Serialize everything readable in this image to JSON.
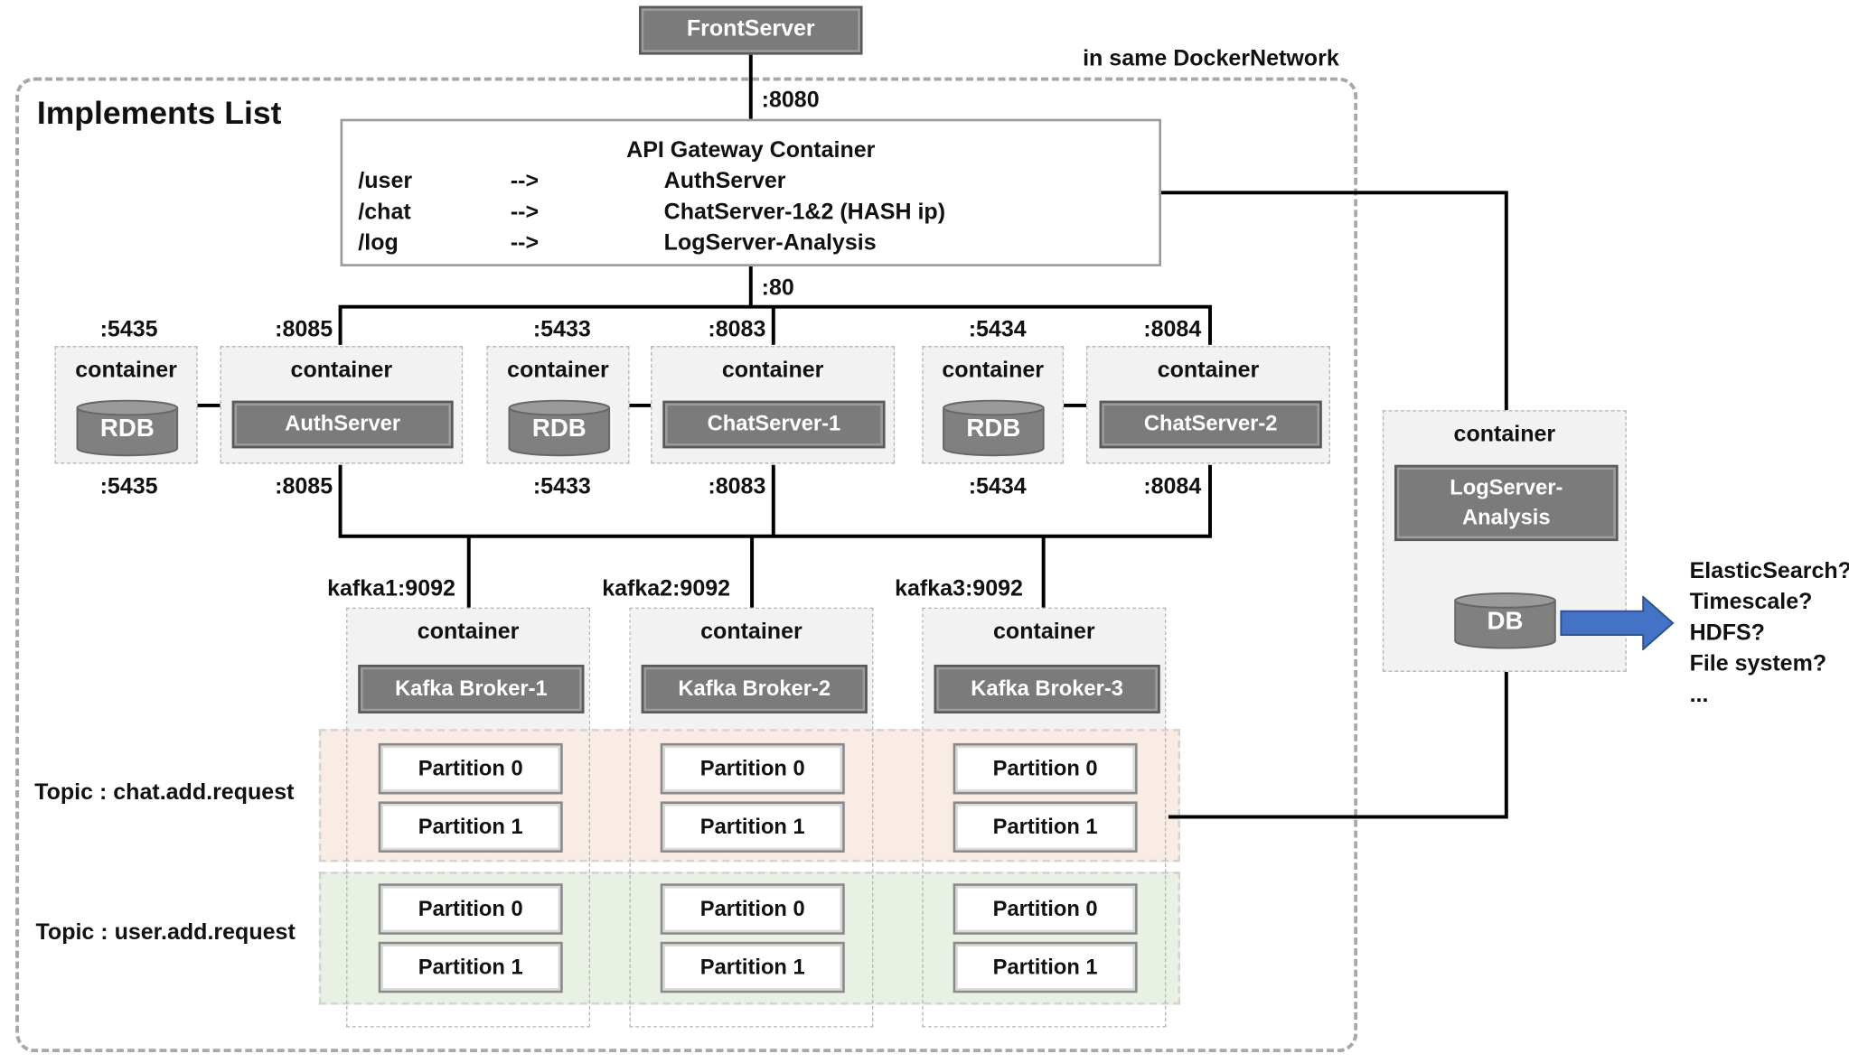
{
  "front_server": "FrontServer",
  "network_label": "in same DockerNetwork",
  "title": "Implements List",
  "gateway": {
    "title": "API Gateway Container",
    "routes": [
      {
        "path": "/user",
        "arrow": "-->",
        "target": "AuthServer"
      },
      {
        "path": "/chat",
        "arrow": "-->",
        "target": "ChatServer-1&2 (HASH ip)"
      },
      {
        "path": "/log",
        "arrow": "-->",
        "target": "LogServer-Analysis"
      }
    ]
  },
  "ports": {
    "front": ":8080",
    "gateway_down": ":80",
    "rdb1_top": ":5435",
    "auth_top": ":8085",
    "rdb2_top": ":5433",
    "chat1_top": ":8083",
    "rdb3_top": ":5434",
    "chat2_top": ":8084",
    "rdb1_bottom": ":5435",
    "auth_bottom": ":8085",
    "rdb2_bottom": ":5433",
    "chat1_bottom": ":8083",
    "rdb3_bottom": ":5434",
    "chat2_bottom": ":8084",
    "kafka1": "kafka1:9092",
    "kafka2": "kafka2:9092",
    "kafka3": "kafka3:9092"
  },
  "container_label": "container",
  "services": {
    "rdb": "RDB",
    "auth": "AuthServer",
    "chat1": "ChatServer-1",
    "chat2": "ChatServer-2",
    "log": "LogServer-Analysis",
    "db": "DB"
  },
  "brokers": [
    "Kafka Broker-1",
    "Kafka Broker-2",
    "Kafka Broker-3"
  ],
  "topics": {
    "chat": "Topic : chat.add.request",
    "user": "Topic : user.add.request"
  },
  "partitions": [
    "Partition 0",
    "Partition 1"
  ],
  "storage_options": [
    "ElasticSearch?",
    "Timescale?",
    "HDFS?",
    "File system?",
    "..."
  ],
  "colors": {
    "service_box": "#7b7b7b",
    "container_fill": "#f2f2f2",
    "chat_topic_band": "#f8ece4",
    "user_topic_band": "#e9f1e4",
    "arrow": "#4472c4"
  }
}
